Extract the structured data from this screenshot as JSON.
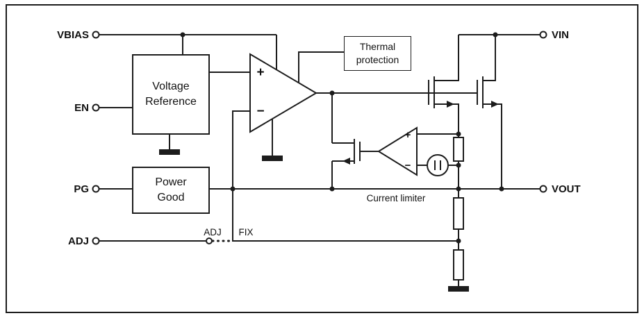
{
  "diagram": {
    "colors": {
      "background": "#ffffff",
      "line": "#1c1c1c",
      "text": "#111111"
    },
    "pins": {
      "vbias": "VBIAS",
      "en": "EN",
      "pg": "PG",
      "adj": "ADJ",
      "vin": "VIN",
      "vout": "VOUT"
    },
    "blocks": {
      "voltage_reference": "Voltage\nReference",
      "power_good": "Power\nGood",
      "thermal_protection": "Thermal\nprotection"
    },
    "error_amp": {
      "plus": "+",
      "minus": "−"
    },
    "current_limit_amp": {
      "plus": "+",
      "minus": "−"
    },
    "labels": {
      "current_limiter": "Current limiter",
      "adj_option": "ADJ",
      "fix_option": "FIX"
    }
  }
}
